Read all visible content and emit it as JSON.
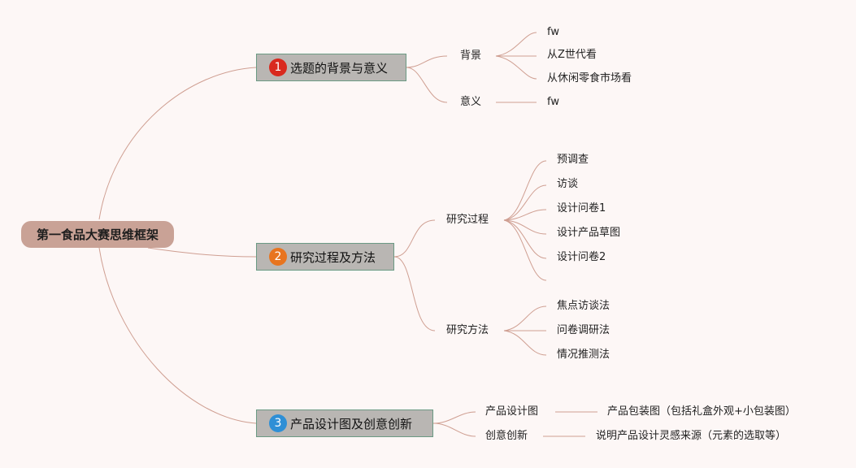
{
  "root": "第一食品大赛思维框架",
  "branches": [
    {
      "number": "1",
      "number_color": "#d9291e",
      "title": "选题的背景与意义",
      "children": [
        {
          "label": "背景",
          "items": [
            "fw",
            "从Z世代看",
            "从休闲零食市场看"
          ]
        },
        {
          "label": "意义",
          "items": [
            "fw"
          ]
        }
      ]
    },
    {
      "number": "2",
      "number_color": "#e8741f",
      "title": "研究过程及方法",
      "children": [
        {
          "label": "研究过程",
          "items": [
            "预调查",
            "访谈",
            "设计问卷1",
            "设计产品草图",
            "设计问卷2",
            ""
          ]
        },
        {
          "label": "研究方法",
          "items": [
            "焦点访谈法",
            "问卷调研法",
            "情况推测法"
          ]
        }
      ]
    },
    {
      "number": "3",
      "number_color": "#2e8fd6",
      "title": "产品设计图及创意创新",
      "children": [
        {
          "label": "产品设计图",
          "items": [
            "产品包装图（包括礼盒外观+小包装图）"
          ]
        },
        {
          "label": "创意创新",
          "items": [
            "说明产品设计灵感来源（元素的选取等）"
          ]
        }
      ]
    }
  ],
  "colors": {
    "background": "#fdf7f6",
    "root_fill": "#c9a296",
    "topic_fill": "#b9b6b3",
    "topic_border": "#6b9a84",
    "line": "#cf9f92"
  }
}
